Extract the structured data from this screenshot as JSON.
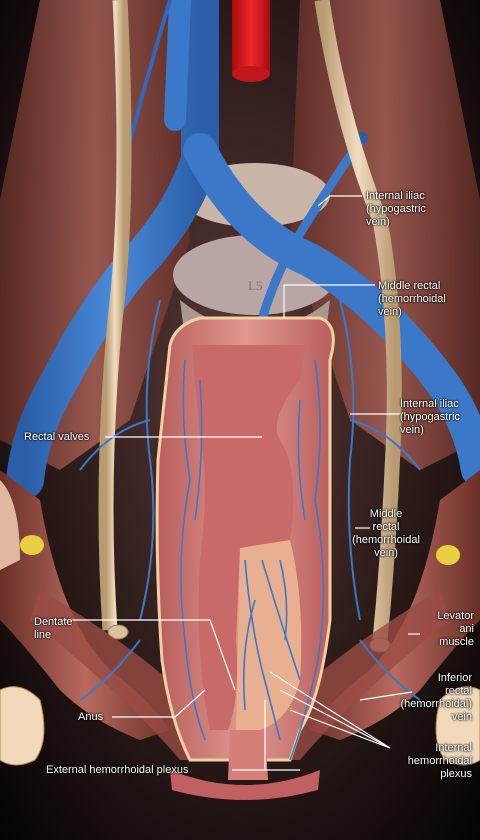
{
  "vertebra_label": "L5",
  "labels": {
    "internal_iliac_upper": [
      "Internal iliac",
      "(hypogastric",
      "vein)"
    ],
    "middle_rectal_upper": [
      "Middle rectal",
      "(hemorrhoidal",
      "vein)"
    ],
    "internal_iliac_right": [
      "Internal iliac",
      "(hypogastric",
      "vein)"
    ],
    "middle_rectal_right": [
      "Middle",
      "rectal",
      "(hemorrhoidal",
      "vein)"
    ],
    "levator_ani": [
      "Levator",
      "ani",
      "muscle"
    ],
    "inferior_rectal": [
      "Inferior",
      "rectal",
      "(hemorrhoidal)",
      "vein"
    ],
    "internal_plexus": [
      "Internal",
      "hemorrhoidal",
      "plexus"
    ],
    "rectal_valves": "Rectal valves",
    "dentate_line": [
      "Dentate",
      "line"
    ],
    "anus": "Anus",
    "external_plexus": "External hemorrhoidal plexus"
  },
  "colors": {
    "vein": "#3b78c8",
    "artery": "#d8141a",
    "rectum": "#d07874",
    "muscle": "#a85a50",
    "bone": "#e8d2b0",
    "fat": "#e8d040",
    "leader": "#ffffff"
  }
}
